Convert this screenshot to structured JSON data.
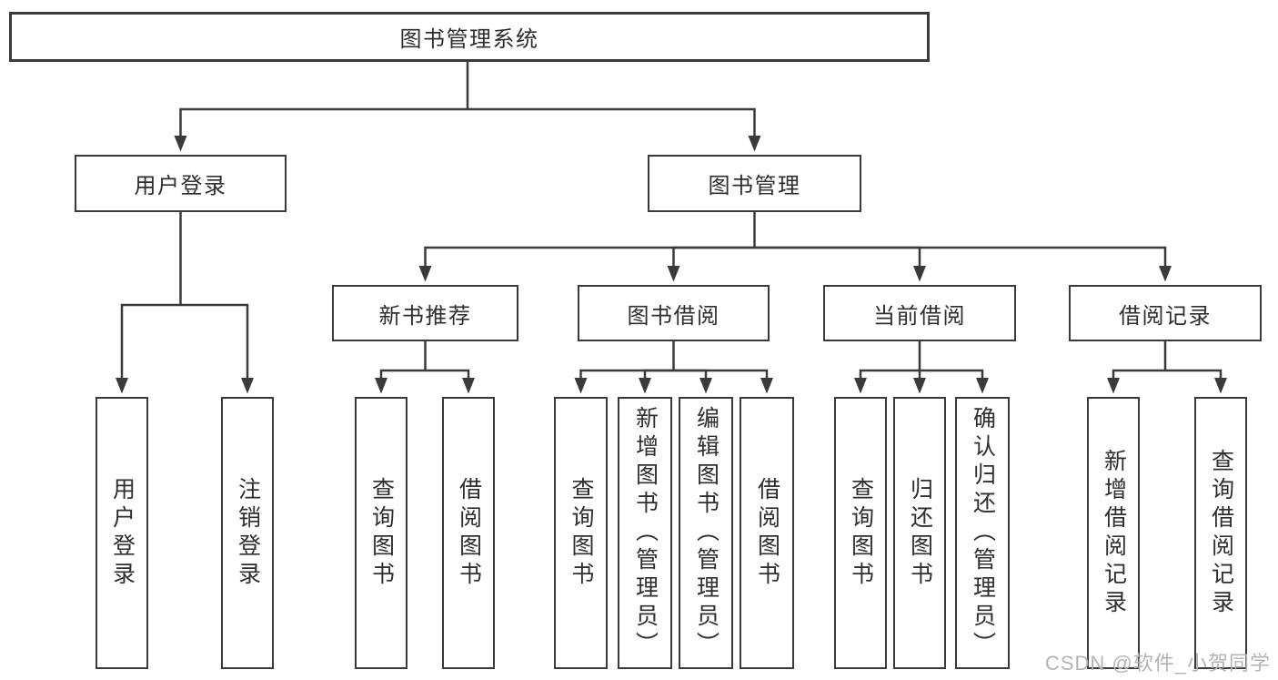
{
  "diagram": {
    "root": {
      "label": "图书管理系统"
    },
    "branches": [
      {
        "label": "用户登录",
        "children": [
          {
            "label": "用户登录"
          },
          {
            "label": "注销登录"
          }
        ]
      },
      {
        "label": "图书管理",
        "sections": [
          {
            "label": "新书推荐",
            "children": [
              {
                "label": "查询图书"
              },
              {
                "label": "借阅图书"
              }
            ]
          },
          {
            "label": "图书借阅",
            "children": [
              {
                "label": "查询图书"
              },
              {
                "label": "新增图书（管理员）"
              },
              {
                "label": "编辑图书（管理员）"
              },
              {
                "label": "借阅图书"
              }
            ]
          },
          {
            "label": "当前借阅",
            "children": [
              {
                "label": "查询图书"
              },
              {
                "label": "归还图书"
              },
              {
                "label": "确认归还（管理员）"
              }
            ]
          },
          {
            "label": "借阅记录",
            "children": [
              {
                "label": "新增借阅记录"
              },
              {
                "label": "查询借阅记录"
              }
            ]
          }
        ]
      }
    ]
  },
  "watermark": {
    "text": "CSDN @软件_小贺同学"
  },
  "colors": {
    "line": "#3a3a3a",
    "text": "#2e2e2e",
    "watermark": "#b3b3b3",
    "background": "#ffffff"
  }
}
